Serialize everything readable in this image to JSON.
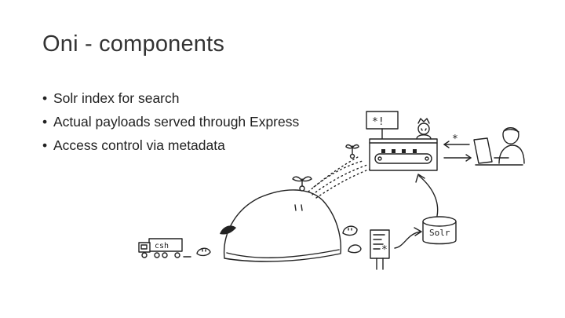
{
  "slide": {
    "title": "Oni - components",
    "bullets": [
      "Solr index for search",
      "Actual payloads served through Express",
      "Access control via metadata"
    ]
  },
  "illustration": {
    "truck_label": "csh",
    "database_label": "Solr",
    "sign_label": "*!",
    "arrow_label": "*",
    "document_mark": "*"
  }
}
